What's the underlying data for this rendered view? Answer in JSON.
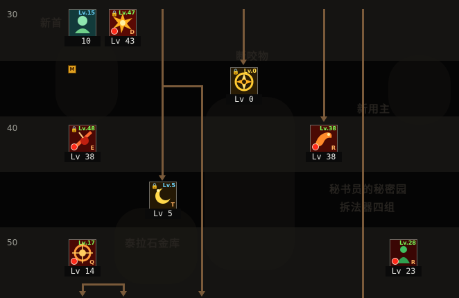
{
  "tree": {
    "level_labels": [
      "30",
      "40",
      "50"
    ]
  },
  "background_text": [
    "新首",
    "断咬物",
    "新用主",
    "秘书员的秘密园",
    "拆法器四组",
    "泰拉石金库"
  ],
  "skills": [
    {
      "corner_level": "Lv.15",
      "level_text": "10",
      "badge": "M",
      "icon": "bust-icon",
      "accent": "#4fd6d6"
    },
    {
      "corner_level": "Lv.47",
      "level_text": "Lv 43",
      "corner_letter": "D",
      "icon": "burst-icon",
      "accent": "#ff4a1a"
    },
    {
      "corner_level": "Lv.0",
      "level_text": "Lv 0",
      "icon": "vortex-icon",
      "accent": "#ffcc33"
    },
    {
      "corner_level": "Lv.48",
      "level_text": "Lv 38",
      "corner_letter": "E",
      "icon": "slash-icon",
      "accent": "#ff5a2a"
    },
    {
      "corner_level": "Lv.38",
      "level_text": "Lv 38",
      "corner_letter": "R",
      "icon": "dragon-icon",
      "accent": "#ff7a2a"
    },
    {
      "corner_level": "Lv.5",
      "level_text": "Lv 5",
      "corner_letter": "T",
      "icon": "crescent-icon",
      "accent": "#ffd84a"
    },
    {
      "corner_level": "Lv.17",
      "level_text": "Lv 14",
      "corner_letter": "Q",
      "icon": "target-icon",
      "accent": "#ff5a2a"
    },
    {
      "corner_level": "Lv.28",
      "level_text": "Lv 23",
      "corner_letter": "R",
      "icon": "figure-icon",
      "accent": "#ff3a2a"
    }
  ]
}
